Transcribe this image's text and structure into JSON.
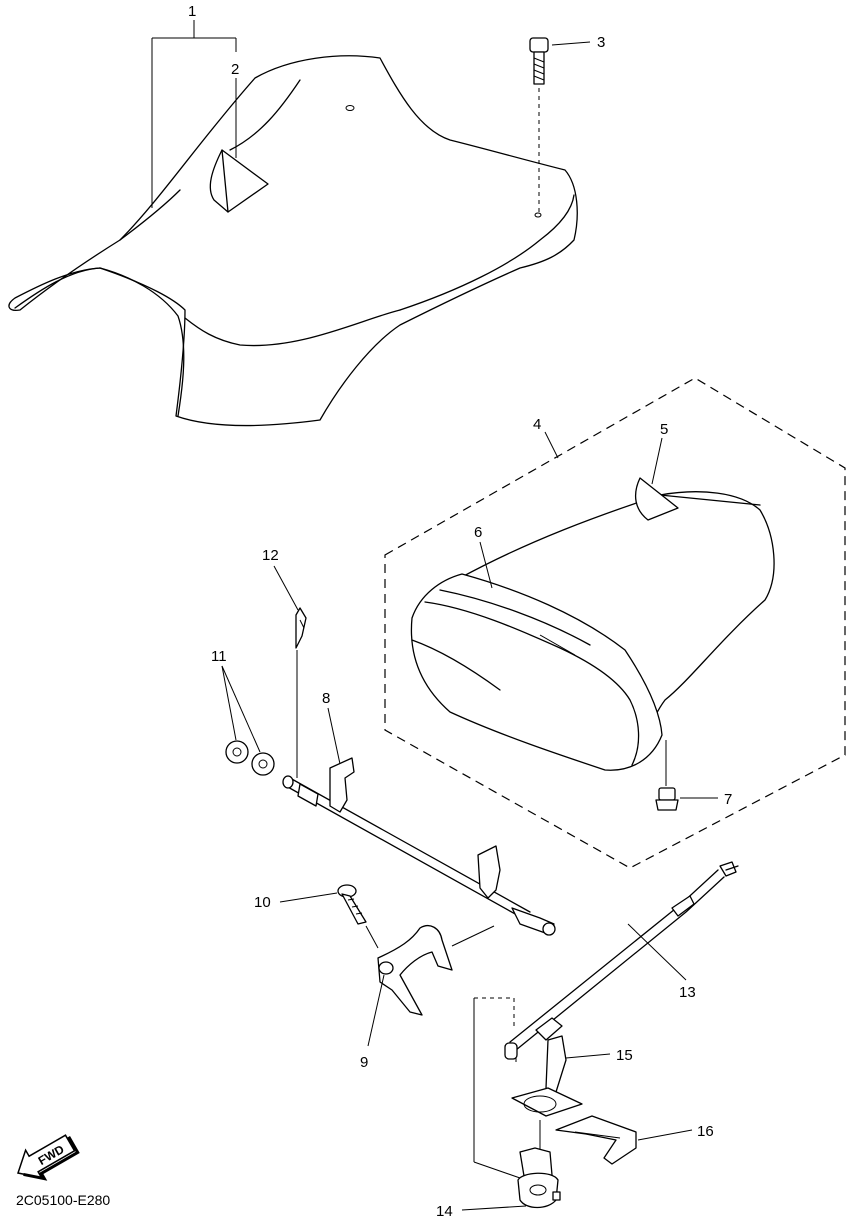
{
  "diagram_code": "2C05100-E280",
  "fwd_label": "FWD",
  "callouts": [
    "1",
    "2",
    "3",
    "4",
    "5",
    "6",
    "7",
    "8",
    "9",
    "10",
    "11",
    "12",
    "13",
    "14",
    "15",
    "16"
  ],
  "parts": [
    "seat",
    "seat-emblem",
    "bolt",
    "single-seat-cowl-assembly",
    "cowl-emblem",
    "cowl-pad",
    "grommet",
    "seat-lock-rod",
    "bracket",
    "screw",
    "spacers",
    "cotter-pin",
    "seat-lock-cable",
    "seat-lock-cylinder",
    "lock-plate",
    "lock-stay"
  ]
}
